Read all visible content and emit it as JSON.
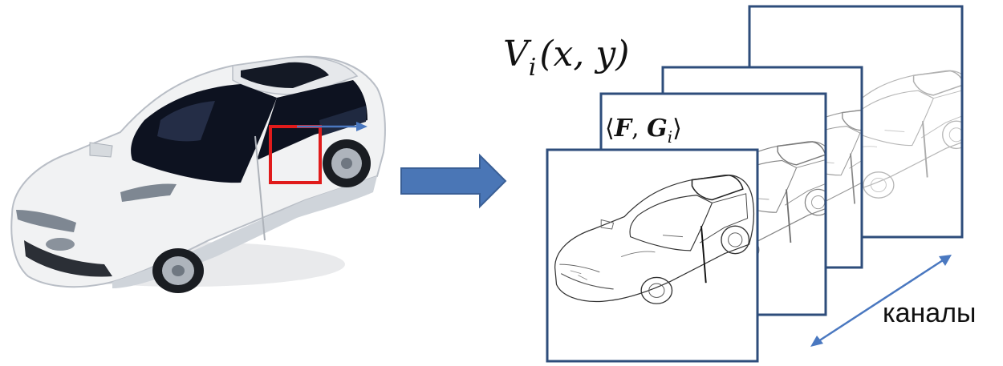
{
  "formula_top": {
    "V": "V",
    "sub": "i",
    "args": "(x, y)"
  },
  "inner_product_label": {
    "open": "⟨",
    "F": "F",
    "sep": ", ",
    "G": "G",
    "sub": "i",
    "close": "⟩"
  },
  "axis_label": "каналы",
  "colors": {
    "frame": "#2e4d7b",
    "arrow_fill": "#4a76b6",
    "arrow_stroke": "#3a5f96",
    "roi": "#e01b1b",
    "small_arrow": "#4a78c0",
    "car_body": "#f1f2f3",
    "car_shade": "#c9ced4",
    "car_window": "#0d1220",
    "text": "#111111"
  },
  "icons": {
    "car": "car-photo",
    "big_arrow": "right-block-arrow",
    "double_arrow": "double-headed-diagonal-arrow"
  }
}
